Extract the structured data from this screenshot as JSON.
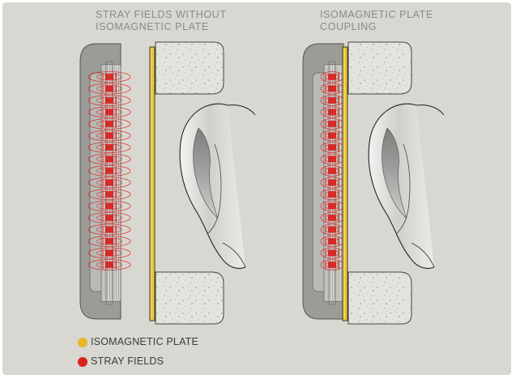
{
  "left_panel": {
    "title_line1": "STRAY FIELDS WITHOUT",
    "title_line2": "ISOMAGNETIC PLATE"
  },
  "right_panel": {
    "title_line1": "ISOMAGNETIC PLATE",
    "title_line2": "COUPLING"
  },
  "legend": [
    {
      "label": "ISOMAGNETIC PLATE",
      "color": "#e8b62a"
    },
    {
      "label": "STRAY FIELDS",
      "color": "#d8231f"
    }
  ],
  "colors": {
    "background": "#d9d7d1",
    "housing": "#9b9b97",
    "foam": "#e6e6e2",
    "plate": "#e8c43a",
    "field": "#d8231f"
  }
}
